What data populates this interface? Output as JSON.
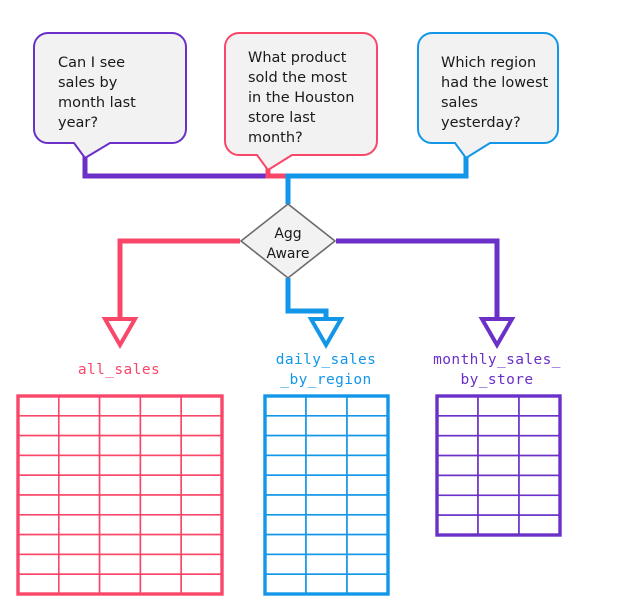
{
  "diagram": {
    "title": "Agg Aware routing diagram",
    "colors": {
      "purple": "#6a30c8",
      "pink": "#fa4769",
      "blue": "#1296e8",
      "bubble_fill": "#f2f2f2",
      "node_stroke": "#6b6b6b",
      "text": "#1a1a1a",
      "background": "#ffffff"
    },
    "questions": [
      {
        "id": "question-month-sales",
        "color_key": "purple",
        "lines": [
          "Can I see",
          "sales by",
          "month last",
          "year?"
        ],
        "full_text": "Can I see sales by month last year?"
      },
      {
        "id": "question-houston-product",
        "color_key": "pink",
        "lines": [
          "What product",
          "sold the most",
          "in the Houston",
          "store last",
          "month?"
        ],
        "full_text": "What product sold the most in the Houston store last month?"
      },
      {
        "id": "question-lowest-region",
        "color_key": "blue",
        "lines": [
          "Which region",
          "had the lowest",
          "sales",
          "yesterday?"
        ],
        "full_text": "Which region had the lowest sales yesterday?"
      }
    ],
    "decision_node": {
      "id": "agg-aware-node",
      "lines": [
        "Agg",
        "Aware"
      ],
      "full_text": "Agg Aware"
    },
    "tables": [
      {
        "id": "table-all-sales",
        "color_key": "pink",
        "label_lines": [
          "all_sales"
        ],
        "full_name": "all_sales",
        "columns": 5,
        "rows": 10
      },
      {
        "id": "table-daily-sales-by-region",
        "color_key": "blue",
        "label_lines": [
          "daily_sales",
          "_by_region"
        ],
        "full_name": "daily_sales_by_region",
        "columns": 3,
        "rows": 10
      },
      {
        "id": "table-monthly-sales-by-store",
        "color_key": "purple",
        "label_lines": [
          "monthly_sales_",
          "by_store"
        ],
        "full_name": "monthly_sales_by_store",
        "columns": 3,
        "rows": 7
      }
    ],
    "edges": [
      {
        "id": "edge-purple-question-to-node",
        "from": "question-month-sales",
        "to": "agg-aware-node",
        "color_key": "purple"
      },
      {
        "id": "edge-pink-question-to-node",
        "from": "question-houston-product",
        "to": "agg-aware-node",
        "color_key": "pink"
      },
      {
        "id": "edge-blue-question-to-node",
        "from": "question-lowest-region",
        "to": "agg-aware-node",
        "color_key": "blue"
      },
      {
        "id": "edge-node-to-all-sales",
        "from": "agg-aware-node",
        "to": "table-all-sales",
        "color_key": "pink"
      },
      {
        "id": "edge-node-to-daily-sales",
        "from": "agg-aware-node",
        "to": "table-daily-sales-by-region",
        "color_key": "blue"
      },
      {
        "id": "edge-node-to-monthly-sales",
        "from": "agg-aware-node",
        "to": "table-monthly-sales-by-store",
        "color_key": "purple"
      }
    ]
  }
}
